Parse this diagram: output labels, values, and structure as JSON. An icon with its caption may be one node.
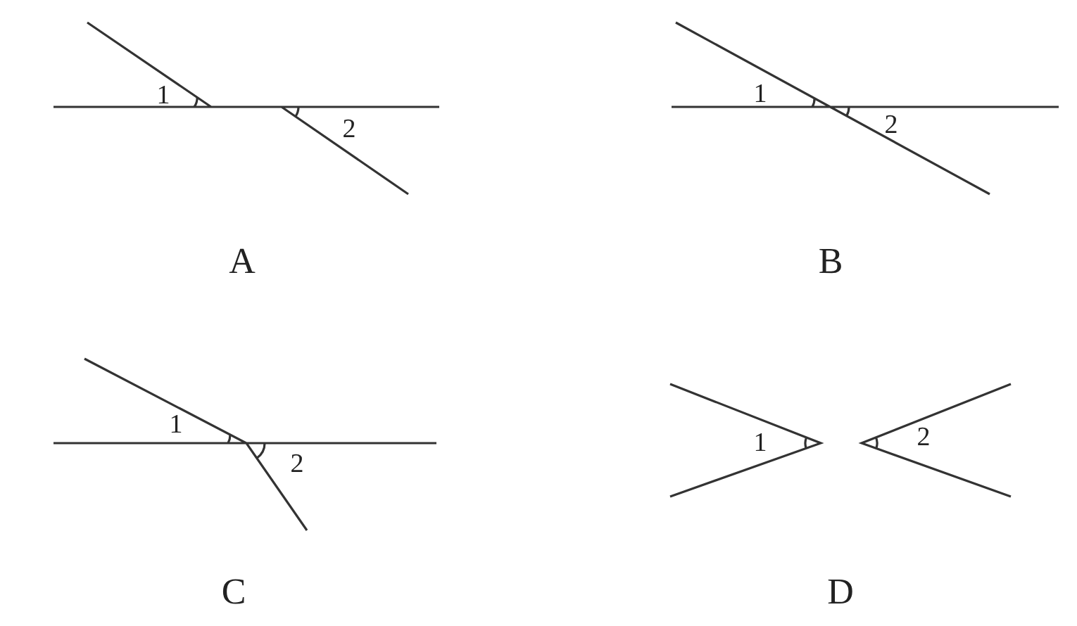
{
  "diagram": {
    "labels": [
      "1",
      "2",
      "A",
      "1",
      "2",
      "B",
      "1",
      "2",
      "C",
      "1",
      "2",
      "D"
    ]
  }
}
